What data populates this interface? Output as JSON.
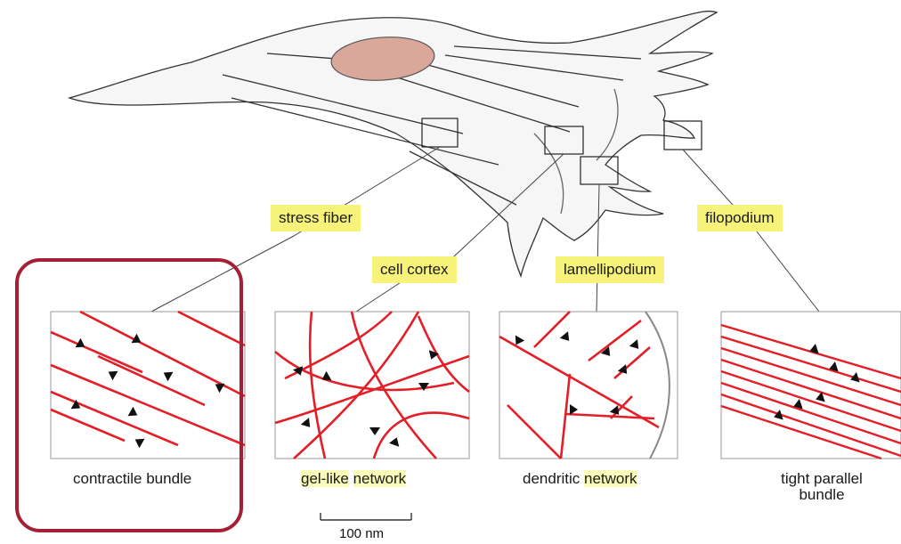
{
  "labels": {
    "stress_fiber": "stress fiber",
    "cell_cortex": "cell cortex",
    "lamellipodium": "lamellipodium",
    "filopodium": "filopodium"
  },
  "captions": {
    "contractile": "contractile bundle",
    "gel_prefix": "gel-like",
    "gel_suffix": "network",
    "dendritic_prefix": "dendritic",
    "dendritic_suffix": "network",
    "tight_line1": "tight parallel",
    "tight_line2": "bundle"
  },
  "scale_bar": "100 nm",
  "colors": {
    "label_bg": "#f7f27a",
    "highlight_bg": "#fafbb8",
    "filament": "#e41e26",
    "selection_outline": "#a32035",
    "nucleus": "#d9a89a"
  }
}
